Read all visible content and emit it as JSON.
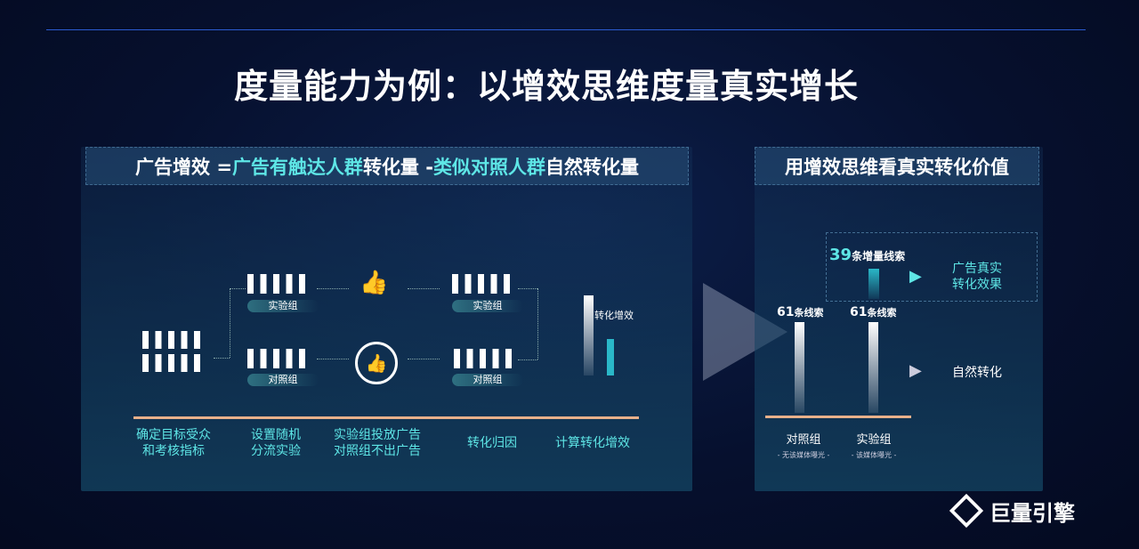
{
  "title": "度量能力为例：以增效思维度量真实增长",
  "left": {
    "formula": {
      "p1": "广告增效 = ",
      "p2": "广告有触达人群",
      "p3": "转化量 - ",
      "p4": "类似对照人群",
      "p5": "自然转化量"
    },
    "group_test": "实验组",
    "group_control": "对照组",
    "lift_label": "转化增效",
    "steps": [
      "确定目标受众\n和考核指标",
      "设置随机\n分流实验",
      "实验组投放广告\n对照组不出广告",
      "转化归因",
      "计算转化增效"
    ]
  },
  "right": {
    "header": "用增效思维看真实转化价值",
    "incremental": {
      "value": "39",
      "unit": "条增量线索"
    },
    "control": {
      "value": "61",
      "unit": "条线索",
      "label": "对照组",
      "sub": "- 无该媒体曝光 -"
    },
    "test": {
      "value": "61",
      "unit": "条线索",
      "label": "实验组",
      "sub": "- 该媒体曝光 -"
    },
    "real_effect": "广告真实\n转化效果",
    "natural": "自然转化"
  },
  "logo": "巨量引擎",
  "colors": {
    "accent": "#5ee6e6",
    "baseline": "#e8b08a"
  }
}
